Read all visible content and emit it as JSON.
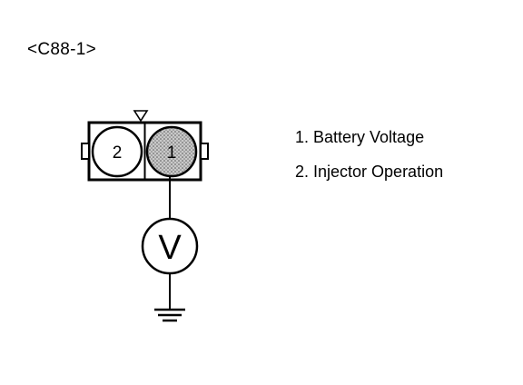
{
  "connector": {
    "label": "<C88-1>",
    "pins": [
      {
        "number": "2",
        "fill": "#ffffff"
      },
      {
        "number": "1",
        "fill": "#9a9a9a"
      }
    ]
  },
  "meter": {
    "symbol": "V"
  },
  "legend": [
    {
      "text": "1. Battery Voltage"
    },
    {
      "text": "2. Injector Operation"
    }
  ],
  "colors": {
    "line": "#000000",
    "background": "#ffffff",
    "pin_shaded": "#9a9a9a"
  }
}
